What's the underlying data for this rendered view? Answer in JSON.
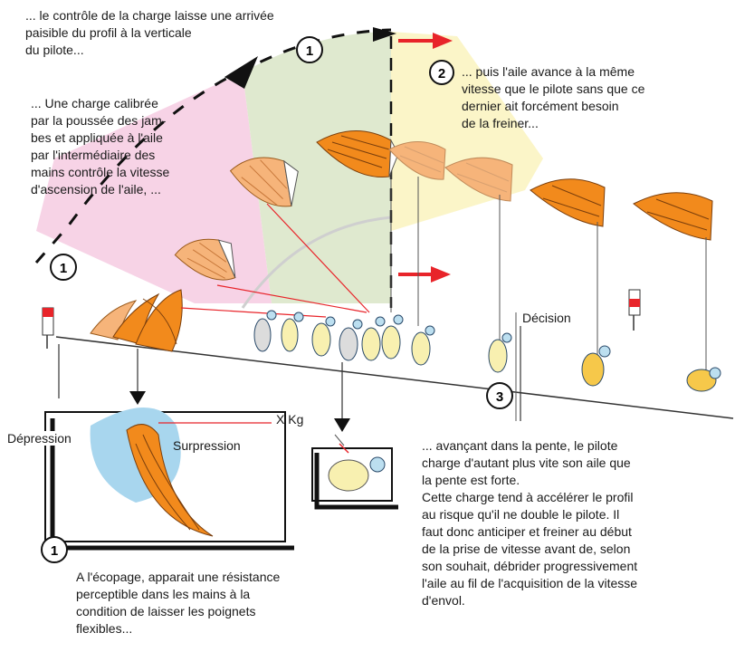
{
  "texts": {
    "top_left": [
      "... le contrôle de la charge laisse une arrivée",
      "paisible du profil à la verticale",
      "du pilote..."
    ],
    "left_middle": [
      "... Une charge calibrée",
      "par la poussée des jam-",
      "bes et appliquée à l'aile",
      "par l'intermédiaire des",
      "mains contrôle la vitesse",
      "d'ascension de l'aile, ..."
    ],
    "top_right": [
      "... puis l'aile avance à la même",
      "vitesse que le pilote sans que ce",
      " dernier ait forcément besoin",
      "de  la freiner..."
    ],
    "decision": "Décision",
    "xkg": "X Kg",
    "depression": "Dépression",
    "surpression": "Surpression",
    "bottom_left": [
      "A l'écopage, apparait une résistance",
      "perceptible dans les mains à la",
      "condition de laisser les poignets",
      "flexibles..."
    ],
    "bottom_right": [
      "... avançant dans la pente, le pilote",
      "charge d'autant plus vite son aile que",
      "la pente est forte.",
      "Cette charge tend à accélérer le profil",
      " au risque qu'il ne double le pilote. Il",
      "faut donc anticiper et freiner au début",
      " de la prise de vitesse avant de,  selon",
      "son souhait, débrider progressivement",
      "l'aile au fil de l'acquisition de la vitesse",
      "d'envol."
    ]
  },
  "badges": {
    "top_arc": "1",
    "left_arc": "1",
    "phase_two": "2",
    "phase_three": "3",
    "inset": "1"
  },
  "colors": {
    "wing_orange": "#f28a1c",
    "wing_pale": "#f6b47a",
    "zone_pink": "#f7d3e6",
    "zone_green": "#dfe9cf",
    "zone_yellow": "#fbf5c8",
    "arrow_red": "#e8242a",
    "pressure_blue": "#a8d6ee"
  }
}
